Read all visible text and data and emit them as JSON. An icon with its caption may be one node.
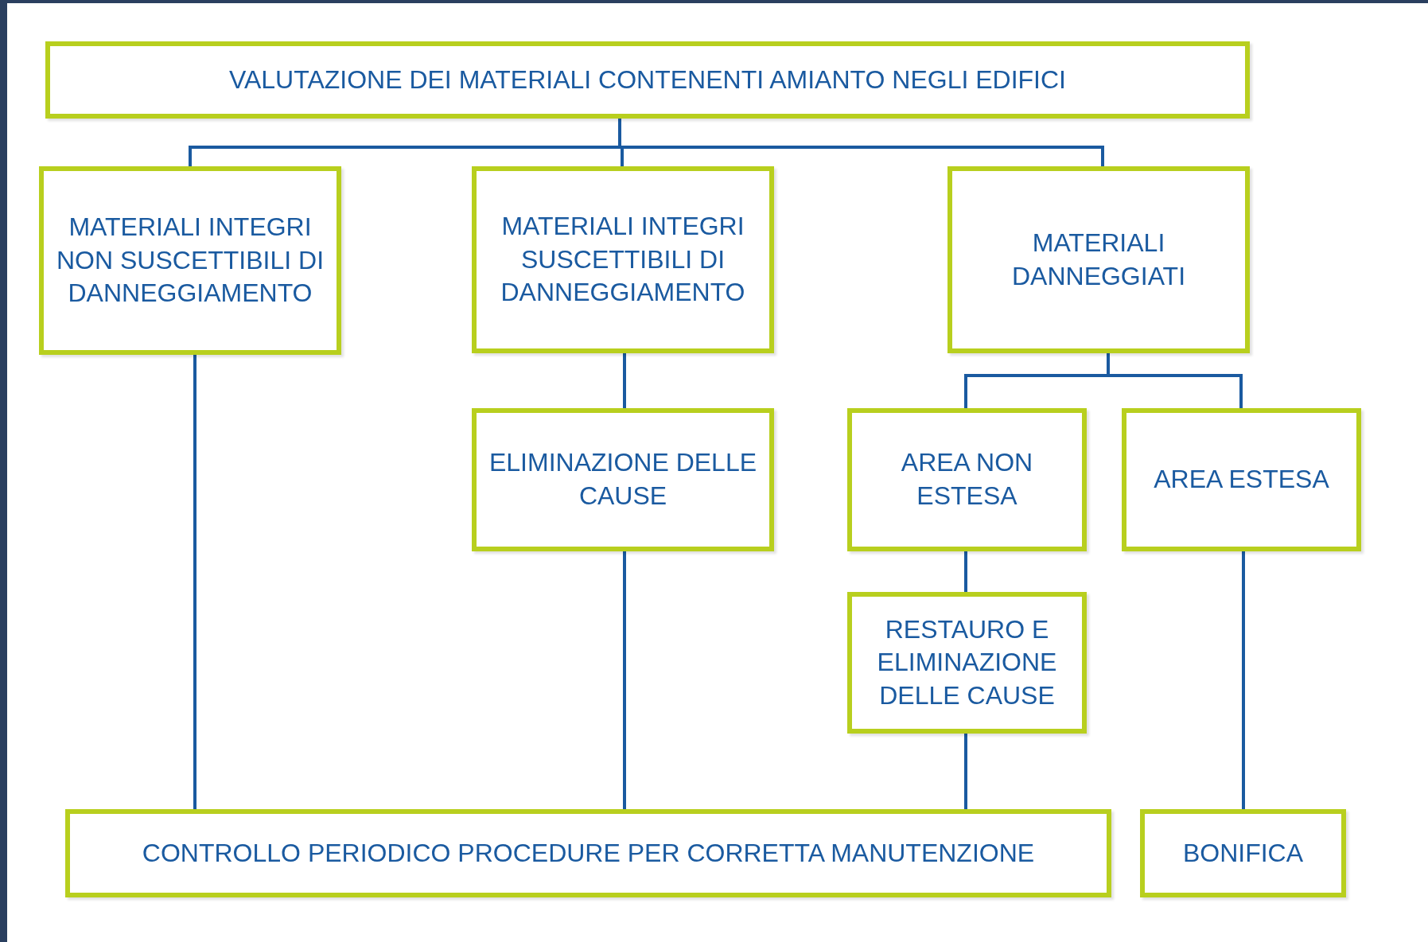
{
  "diagram": {
    "nodes": [
      {
        "text": [
          "VALUTAZIONE DEI MATERIALI CONTENENTI AMIANTO NEGLI EDIFICI"
        ]
      },
      {
        "text": [
          "MATERIALI INTEGRI NON SUSCETTIBILI DI DANNEGGIAMENTO"
        ]
      },
      {
        "text": [
          "MATERIALI INTEGRI SUSCETTIBILI DI DANNEGGIAMENTO"
        ]
      },
      {
        "text": [
          "MATERIALI DANNEGGIATI"
        ]
      },
      {
        "text": [
          "ELIMINAZIONE DELLE CAUSE"
        ]
      },
      {
        "text": [
          "AREA NON ESTESA"
        ]
      },
      {
        "text": [
          "AREA ESTESA"
        ]
      },
      {
        "text": [
          "RESTAURO E ELIMINAZIONE DELLE CAUSE"
        ]
      },
      {
        "text": [
          "CONTROLLO PERIODICO PROCEDURE PER CORRETTA MANUTENZIONE"
        ]
      },
      {
        "text": [
          "BONIFICA"
        ]
      }
    ],
    "edges": [
      {
        "from": 0,
        "to": 1,
        "arrow": "none"
      },
      {
        "from": 0,
        "to": 2,
        "arrow": "none"
      },
      {
        "from": 0,
        "to": 3,
        "arrow": "none"
      },
      {
        "from": 2,
        "to": 4,
        "arrow": "none"
      },
      {
        "from": 3,
        "to": 5,
        "arrow": "none"
      },
      {
        "from": 3,
        "to": 6,
        "arrow": "none"
      },
      {
        "from": 1,
        "to": 8,
        "arrow": "none"
      },
      {
        "from": 4,
        "to": 8,
        "arrow": "none"
      },
      {
        "from": 5,
        "to": 7,
        "arrow": "none"
      },
      {
        "from": 7,
        "to": 8,
        "arrow": "none"
      },
      {
        "from": 6,
        "to": 9,
        "arrow": "none"
      }
    ]
  }
}
